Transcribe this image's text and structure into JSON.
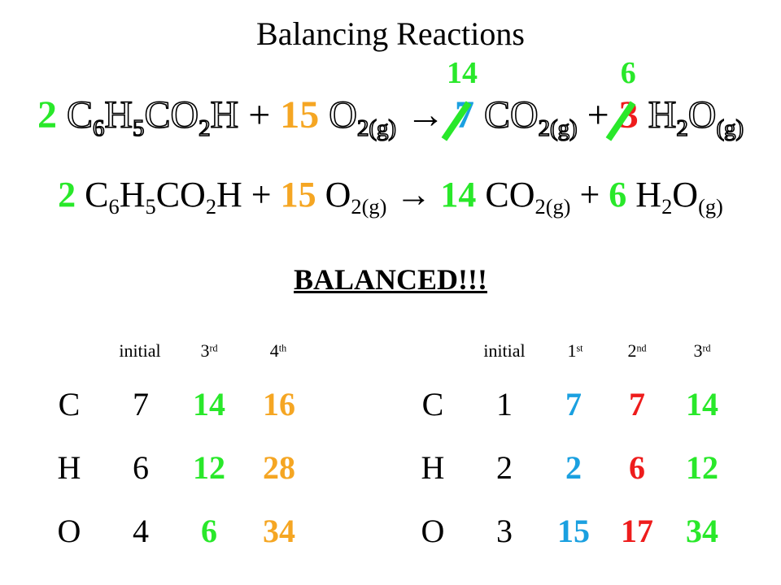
{
  "title": "Balancing Reactions",
  "colors": {
    "green": "#29e82a",
    "orange": "#f5a623",
    "blue": "#1aa0e0",
    "red": "#ee1c1c",
    "black": "#000000"
  },
  "equation_old": {
    "coef1": "2",
    "formula1": {
      "a": "C",
      "s1": "6",
      "b": "H",
      "s2": "5",
      "c": "CO",
      "s3": "2",
      "d": "H"
    },
    "plus1": "+",
    "coef2": "15",
    "formula2": {
      "a": "O",
      "s1": "2(g)"
    },
    "arrow": "→",
    "coef3": "7",
    "coef3_new": "14",
    "formula3": {
      "a": "CO",
      "s1": "2(g)"
    },
    "plus2": "+",
    "coef4": "3",
    "coef4_new": "6",
    "formula4": {
      "a": "H",
      "s1": "2",
      "b": "O",
      "s2": "(g)"
    }
  },
  "equation_new": {
    "coef1": "2",
    "formula1": {
      "a": "C",
      "s1": "6",
      "b": "H",
      "s2": "5",
      "c": "CO",
      "s3": "2",
      "d": "H"
    },
    "plus1": "+",
    "coef2": "15",
    "formula2": {
      "a": "O",
      "s1": "2(g)"
    },
    "arrow": "→",
    "coef3": "14",
    "formula3": {
      "a": "CO",
      "s1": "2(g)"
    },
    "plus2": "+",
    "coef4": "6",
    "formula4": {
      "a": "H",
      "s1": "2",
      "b": "O",
      "s2": "(g)"
    }
  },
  "status": "BALANCED!!!",
  "left_table": {
    "headers": [
      {
        "base": "initial",
        "sup": ""
      },
      {
        "base": "3",
        "sup": "rd"
      },
      {
        "base": "4",
        "sup": "th"
      }
    ],
    "rows": [
      {
        "element": "C",
        "values": [
          "7",
          "14",
          "16"
        ]
      },
      {
        "element": "H",
        "values": [
          "6",
          "12",
          "28"
        ]
      },
      {
        "element": "O",
        "values": [
          "4",
          "6",
          "34"
        ]
      }
    ]
  },
  "right_table": {
    "headers": [
      {
        "base": "initial",
        "sup": ""
      },
      {
        "base": "1",
        "sup": "st"
      },
      {
        "base": "2",
        "sup": "nd"
      },
      {
        "base": "3",
        "sup": "rd"
      }
    ],
    "rows": [
      {
        "element": "C",
        "values": [
          "1",
          "7",
          "7",
          "14"
        ]
      },
      {
        "element": "H",
        "values": [
          "2",
          "2",
          "6",
          "12"
        ]
      },
      {
        "element": "O",
        "values": [
          "3",
          "15",
          "17",
          "34"
        ]
      }
    ]
  }
}
